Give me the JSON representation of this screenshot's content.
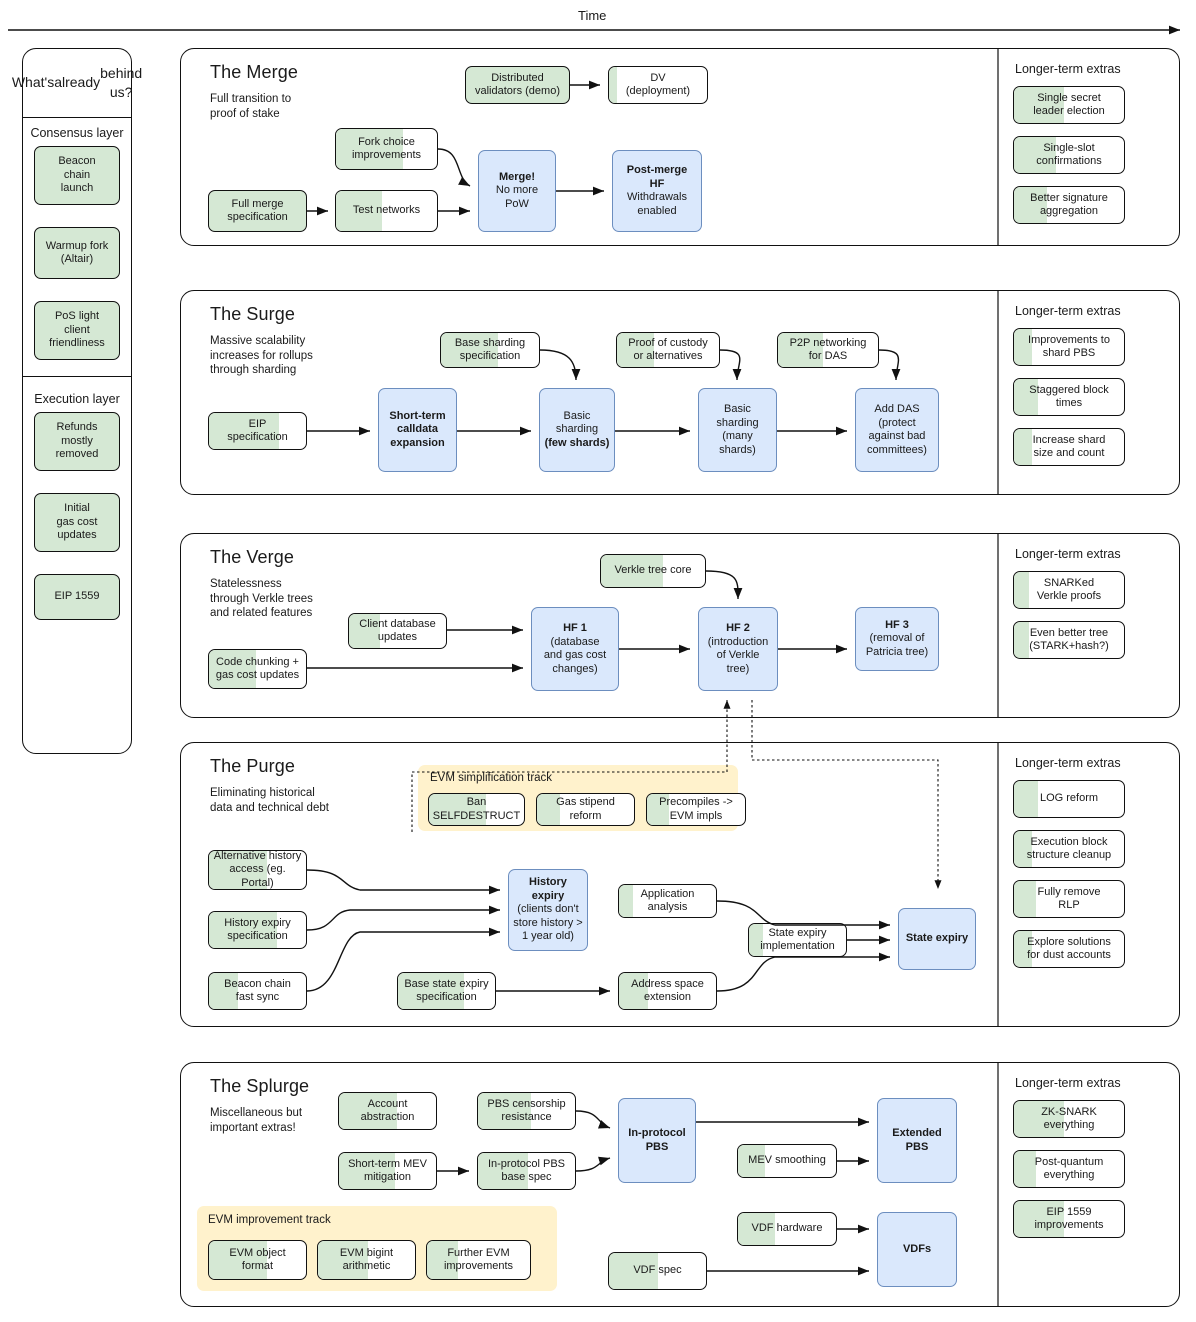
{
  "time_axis": {
    "label": "Time"
  },
  "sidebar": {
    "title": "What's\nalready\nbehind us?",
    "sections": [
      {
        "label": "Consensus layer",
        "items": [
          {
            "label": "Beacon\nchain\nlaunch",
            "progress": 100
          },
          {
            "label": "Warmup fork\n(Altair)",
            "progress": 100
          },
          {
            "label": "PoS light\nclient\nfriendliness",
            "progress": 100
          }
        ]
      },
      {
        "label": "Execution layer",
        "items": [
          {
            "label": "Refunds\nmostly\nremoved",
            "progress": 100
          },
          {
            "label": "Initial\ngas cost\nupdates",
            "progress": 100
          },
          {
            "label": "EIP 1559",
            "progress": 100
          }
        ]
      }
    ]
  },
  "extras_heading": "Longer-term extras",
  "sections": [
    {
      "id": "merge",
      "title": "The Merge",
      "subtitle": "Full transition to\nproof of stake",
      "nodes": [
        {
          "id": "distributed-validators",
          "label": "Distributed\nvalidators (demo)",
          "progress": 100,
          "type": "green"
        },
        {
          "id": "dv-deployment",
          "label": "DV\n(deployment)",
          "progress": 8,
          "type": "green"
        },
        {
          "id": "fork-choice-improvements",
          "label": "Fork choice\nimprovements",
          "progress": 66,
          "type": "green"
        },
        {
          "id": "full-merge-specification",
          "label": "Full merge\nspecification",
          "progress": 100,
          "type": "green"
        },
        {
          "id": "test-networks",
          "label": "Test networks",
          "progress": 46,
          "type": "green"
        },
        {
          "id": "merge-no-more-pow",
          "label": "Merge!\nNo more\nPoW",
          "progress": 0,
          "type": "blue",
          "bold_lines": [
            0
          ]
        },
        {
          "id": "post-merge-hf",
          "label": "Post-merge\nHF\nWithdrawals\nenabled",
          "progress": 0,
          "type": "blue",
          "bold_lines": [
            0,
            1
          ]
        }
      ],
      "extras": [
        {
          "label": "Single secret\nleader election",
          "progress": 45
        },
        {
          "label": "Single-slot\nconfirmations",
          "progress": 38
        },
        {
          "label": "Better signature\naggregation",
          "progress": 30
        }
      ]
    },
    {
      "id": "surge",
      "title": "The Surge",
      "subtitle": "Massive scalability\nincreases for rollups\nthrough sharding",
      "nodes": [
        {
          "id": "base-sharding-specification",
          "label": "Base sharding\nspecification",
          "progress": 58,
          "type": "green"
        },
        {
          "id": "proof-of-custody",
          "label": "Proof of custody\nor alternatives",
          "progress": 36,
          "type": "green"
        },
        {
          "id": "p2p-networking-for-das",
          "label": "P2P networking\nfor DAS",
          "progress": 45,
          "type": "green"
        },
        {
          "id": "eip-specification",
          "label": "EIP\nspecification",
          "progress": 72,
          "type": "green"
        },
        {
          "id": "short-term-calldata-expansion",
          "label": "Short-term\ncalldata\nexpansion",
          "progress": 0,
          "type": "blue",
          "bold_lines": [
            0,
            1,
            2
          ]
        },
        {
          "id": "basic-sharding-few-shards",
          "label": "Basic\nsharding\n(few shards)",
          "progress": 0,
          "type": "blue",
          "bold_lines": [
            2
          ]
        },
        {
          "id": "basic-sharding-many-shards",
          "label": "Basic\nsharding\n(many\nshards)",
          "progress": 0,
          "type": "blue"
        },
        {
          "id": "add-das",
          "label": "Add DAS\n(protect\nagainst bad\ncommittees)",
          "progress": 0,
          "type": "blue"
        }
      ],
      "extras": [
        {
          "label": "Improvements to\nshard PBS",
          "progress": 16
        },
        {
          "label": "Staggered block\ntimes",
          "progress": 22
        },
        {
          "label": "Increase shard\nsize and count",
          "progress": 16
        }
      ]
    },
    {
      "id": "verge",
      "title": "The Verge",
      "subtitle": "Statelessness\nthrough Verkle trees\nand related features",
      "nodes": [
        {
          "id": "verkle-tree-core",
          "label": "Verkle tree core",
          "progress": 60,
          "type": "green"
        },
        {
          "id": "client-database-updates",
          "label": "Client database\nupdates",
          "progress": 32,
          "type": "green"
        },
        {
          "id": "code-chunking-gas-cost-updates",
          "label": "Code chunking +\ngas cost updates",
          "progress": 48,
          "type": "green"
        },
        {
          "id": "hf-1",
          "label": "HF 1\n(database\nand gas cost\nchanges)",
          "progress": 0,
          "type": "blue",
          "bold_lines": [
            0
          ]
        },
        {
          "id": "hf-2",
          "label": "HF 2\n(introduction\nof Verkle\ntree)",
          "progress": 0,
          "type": "blue",
          "bold_lines": [
            0
          ]
        },
        {
          "id": "hf-3",
          "label": "HF 3\n(removal of\nPatricia tree)",
          "progress": 0,
          "type": "blue",
          "bold_lines": [
            0
          ]
        }
      ],
      "extras": [
        {
          "label": "SNARKed\nVerkle proofs",
          "progress": 14
        },
        {
          "label": "Even better tree\n(STARK+hash?)",
          "progress": 14
        }
      ]
    },
    {
      "id": "purge",
      "title": "The Purge",
      "subtitle": "Eliminating historical\ndata and technical debt",
      "track": {
        "label": "EVM simplification track",
        "nodes": [
          {
            "id": "ban-selfdestruct",
            "label": "Ban\nSELFDESTRUCT",
            "progress": 60
          },
          {
            "id": "gas-stipend-reform",
            "label": "Gas stipend\nreform",
            "progress": 24
          },
          {
            "id": "precompiles-to-evm-impls",
            "label": "Precompiles ->\nEVM impls",
            "progress": 22
          }
        ]
      },
      "nodes": [
        {
          "id": "alternative-history-access",
          "label": "Alternative history\naccess (eg. Portal)",
          "progress": 60,
          "type": "green"
        },
        {
          "id": "history-expiry-specification",
          "label": "History expiry\nspecification",
          "progress": 70,
          "type": "green"
        },
        {
          "id": "beacon-chain-fast-sync",
          "label": "Beacon chain\nfast sync",
          "progress": 30,
          "type": "green"
        },
        {
          "id": "history-expiry",
          "label": "History\nexpiry\n(clients don't\nstore history >\n1 year old)",
          "progress": 0,
          "type": "blue",
          "bold_lines": [
            0,
            1
          ]
        },
        {
          "id": "application-analysis",
          "label": "Application\nanalysis",
          "progress": 14,
          "type": "green"
        },
        {
          "id": "base-state-expiry-specification",
          "label": "Base state expiry\nspecification",
          "progress": 68,
          "type": "green"
        },
        {
          "id": "address-space-extension",
          "label": "Address space\nextension",
          "progress": 30,
          "type": "green"
        },
        {
          "id": "state-expiry-implementation",
          "label": "State expiry\nimplementation",
          "progress": 14,
          "type": "green"
        },
        {
          "id": "state-expiry",
          "label": "State expiry",
          "progress": 0,
          "type": "blue",
          "bold_lines": [
            0
          ]
        }
      ],
      "extras": [
        {
          "label": "LOG reform",
          "progress": 22
        },
        {
          "label": "Execution block\nstructure cleanup",
          "progress": 16
        },
        {
          "label": "Fully remove\nRLP",
          "progress": 20
        },
        {
          "label": "Explore solutions\nfor dust accounts",
          "progress": 16
        }
      ]
    },
    {
      "id": "splurge",
      "title": "The Splurge",
      "subtitle": "Miscellaneous but\nimportant extras!",
      "track": {
        "label": "EVM improvement track",
        "nodes": [
          {
            "id": "evm-object-format",
            "label": "EVM object\nformat",
            "progress": 60
          },
          {
            "id": "evm-bigint-arithmetic",
            "label": "EVM bigint\narithmetic",
            "progress": 52
          },
          {
            "id": "further-evm-improvements",
            "label": "Further EVM\nimprovements",
            "progress": 30
          }
        ]
      },
      "nodes": [
        {
          "id": "account-abstraction",
          "label": "Account\nabstraction",
          "progress": 60,
          "type": "green"
        },
        {
          "id": "pbs-censorship-resistance",
          "label": "PBS censorship\nresistance",
          "progress": 55,
          "type": "green"
        },
        {
          "id": "short-term-mev-mitigation",
          "label": "Short-term MEV\nmitigation",
          "progress": 58,
          "type": "green"
        },
        {
          "id": "in-protocol-pbs-base-spec",
          "label": "In-protocol PBS\nbase spec",
          "progress": 52,
          "type": "green"
        },
        {
          "id": "in-protocol-pbs",
          "label": "In-protocol\nPBS",
          "progress": 0,
          "type": "blue",
          "bold_lines": [
            0,
            1
          ]
        },
        {
          "id": "mev-smoothing",
          "label": "MEV smoothing",
          "progress": 28,
          "type": "green"
        },
        {
          "id": "extended-pbs",
          "label": "Extended\nPBS",
          "progress": 0,
          "type": "blue",
          "bold_lines": [
            0,
            1
          ]
        },
        {
          "id": "vdf-hardware",
          "label": "VDF hardware",
          "progress": 38,
          "type": "green"
        },
        {
          "id": "vdf-spec",
          "label": "VDF spec",
          "progress": 50,
          "type": "green"
        },
        {
          "id": "vdfs",
          "label": "VDFs",
          "progress": 0,
          "type": "blue",
          "bold_lines": [
            0
          ]
        }
      ],
      "extras": [
        {
          "label": "ZK-SNARK\neverything",
          "progress": 45
        },
        {
          "label": "Post-quantum\neverything",
          "progress": 20
        },
        {
          "label": "EIP 1559\nimprovements",
          "progress": 45
        }
      ]
    }
  ],
  "colors": {
    "green": "#d5e8d4",
    "blue": "#dae8fc",
    "blue_border": "#6c8ebf",
    "orange_track": "#fff2cc",
    "stroke": "#111111"
  }
}
